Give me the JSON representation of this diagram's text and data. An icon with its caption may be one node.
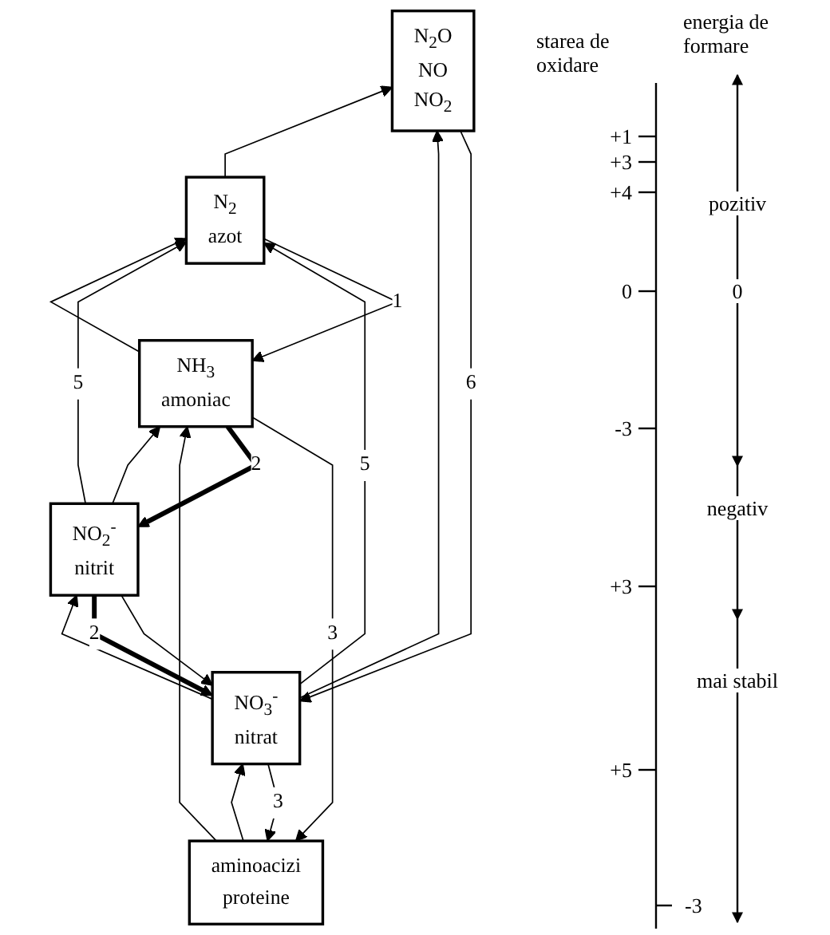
{
  "diagram": {
    "nodes": [
      {
        "text": [
          "N$_{2}$O",
          "NO",
          "NO$_{2}$"
        ]
      },
      {
        "text": [
          "N$_{2}$",
          "azot"
        ]
      },
      {
        "text": [
          "NH$_{3}$",
          "amoniac"
        ]
      },
      {
        "text": [
          "NO$_{2}$$^{-}$",
          "nitrit"
        ]
      },
      {
        "text": [
          "NO$_{3}$$^{-}$",
          "nitrat"
        ]
      },
      {
        "text": [
          "aminoacizi",
          "proteine"
        ]
      }
    ],
    "edges": [
      {
        "from": 1,
        "to": 0,
        "arrow": "to"
      },
      {
        "from": 1,
        "to": 2,
        "arrow": "to",
        "label": "1"
      },
      {
        "from": 2,
        "to": 1,
        "arrow": "to"
      },
      {
        "from": 2,
        "to": 3,
        "arrow": "to",
        "label": "2",
        "style": "thick"
      },
      {
        "from": 3,
        "to": 2,
        "arrow": "to"
      },
      {
        "from": 3,
        "to": 4,
        "arrow": "to",
        "label": "2",
        "style": "thick"
      },
      {
        "from": 4,
        "to": 3,
        "arrow": "to"
      },
      {
        "from": 4,
        "to": 5,
        "arrow": "to",
        "label": "3"
      },
      {
        "from": 5,
        "to": 4,
        "arrow": "to"
      },
      {
        "from": 2,
        "to": 5,
        "arrow": "to",
        "label": "3"
      },
      {
        "from": 5,
        "to": 2,
        "arrow": "to"
      },
      {
        "from": 3,
        "to": 1,
        "arrow": "to",
        "label": "5"
      },
      {
        "from": 4,
        "to": 1,
        "arrow": "to",
        "label": "5"
      },
      {
        "from": 4,
        "to": 0,
        "arrow": "to"
      },
      {
        "from": 0,
        "to": 4,
        "arrow": "to",
        "label": "6"
      },
      {
        "from": 3,
        "to": 4,
        "arrow": "to"
      }
    ],
    "labels": [
      "starea de oxidare",
      "energia de formare",
      "+1",
      "+3",
      "+4",
      "pozitiv",
      "0",
      "0",
      "-3",
      "negativ",
      "+3",
      "mai stabil",
      "+5",
      "-3"
    ]
  }
}
